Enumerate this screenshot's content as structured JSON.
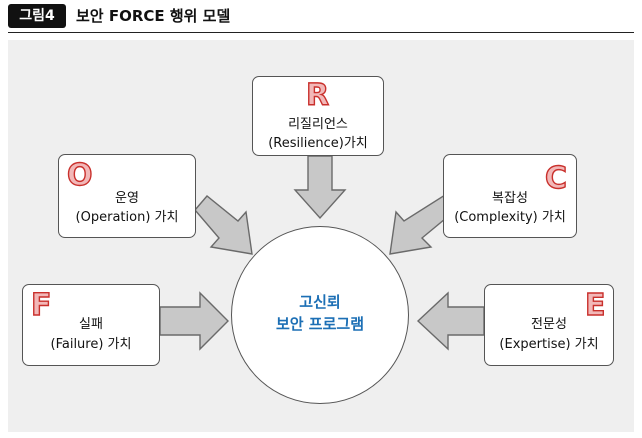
{
  "header": {
    "figure_label": "그림4",
    "title": "보안 FORCE 행위 모델"
  },
  "center": {
    "line1": "고신뢰",
    "line2": "보안 프로그램",
    "color": "#1c6fb5"
  },
  "accent_letter_color": "#c9302c",
  "nodes": {
    "R": {
      "letter": "R",
      "line1": "리질리언스",
      "line2": "(Resilience)가치"
    },
    "O": {
      "letter": "O",
      "line1": "운영",
      "line2": "(Operation) 가치"
    },
    "C": {
      "letter": "C",
      "line1": "복잡성",
      "line2": "(Complexity) 가치"
    },
    "F": {
      "letter": "F",
      "line1": "실패",
      "line2": "(Failure) 가치"
    },
    "E": {
      "letter": "E",
      "line1": "전문성",
      "line2": "(Expertise) 가치"
    }
  }
}
